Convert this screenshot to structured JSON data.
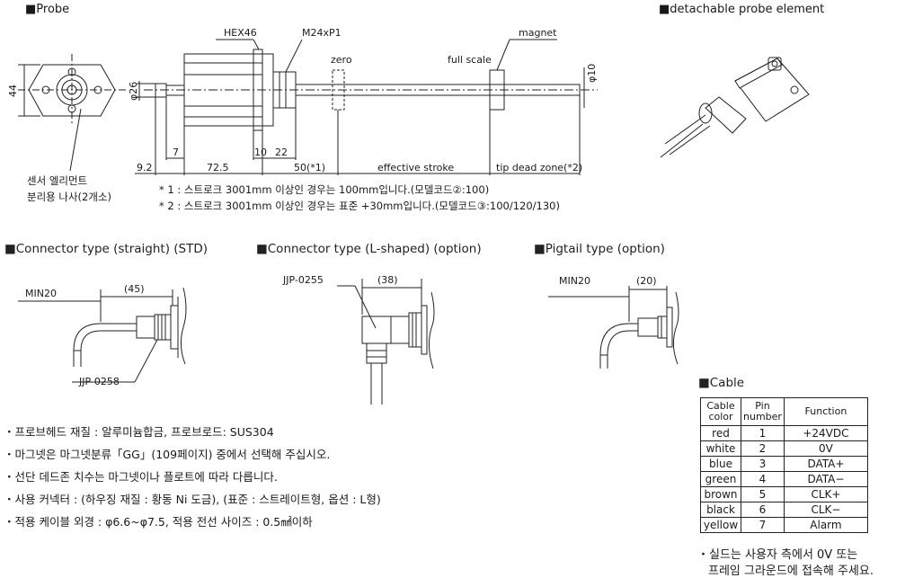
{
  "sections": {
    "probe": "■Probe",
    "detachable": "■detachable probe element",
    "conn_straight": "■Connector type (straight) (STD)",
    "conn_l": "■Connector type (L-shaped) (option)",
    "pigtail": "■Pigtail type (option)",
    "cable": "■Cable"
  },
  "probe_labels": {
    "hex": "HEX46",
    "thread": "M24xP1",
    "magnet": "magnet",
    "zero": "zero",
    "full_scale": "full scale",
    "phi10": "φ10",
    "phi26": "φ26",
    "h44": "44",
    "d9_2": "9.2",
    "d7": "7",
    "d72_5": "72.5",
    "d10": "10",
    "d22": "22",
    "d50": "50(*1)",
    "effective_stroke": "effective stroke",
    "tip_dead_zone": "tip dead zone(*2)",
    "sensor_note_1": "센서 엘리먼트",
    "sensor_note_2": "분리용 나사(2개소)",
    "footnote_1": "* 1 : 스트로크 3001mm 이상인 경우는 100mm입니다.(모델코드②:100)",
    "footnote_2": "* 2 : 스트로크 3001mm 이상인 경우는 표준 +30mm입니다.(모델코드③:100/120/130)"
  },
  "connectors": {
    "straight_min": "MIN20",
    "straight_len": "(45)",
    "straight_part": "JJP-0258",
    "l_part": "JJP-0255",
    "l_len": "(38)",
    "pig_min": "MIN20",
    "pig_len": "(20)"
  },
  "bullets": [
    "・프로브헤드 재질 : 알루미늄합금, 프로브로드: SUS304",
    "・마그넷은 마그넷분류「GG」(109페이지) 중에서 선택해 주십시오.",
    "・선단 데드존 치수는 마그넷이나 플로트에 따라 다릅니다.",
    "・사용 커넥터 : (하우징 재질 : 황동 Ni 도금), (표준 : 스트레이트형, 옵션 : L형)",
    "・적용 케이블 외경 : φ6.6~φ7.5, 적용 전선 사이즈 : 0.5㎟이하"
  ],
  "cable_table": {
    "headers": [
      "Cable color",
      "Pin number",
      "Function"
    ],
    "rows": [
      [
        "red",
        "1",
        "+24VDC"
      ],
      [
        "white",
        "2",
        "0V"
      ],
      [
        "blue",
        "3",
        "DATA+"
      ],
      [
        "green",
        "4",
        "DATA−"
      ],
      [
        "brown",
        "5",
        "CLK+"
      ],
      [
        "black",
        "6",
        "CLK−"
      ],
      [
        "yellow",
        "7",
        "Alarm"
      ]
    ]
  },
  "shield_note": [
    "・실드는 사용자 측에서 0V 또는",
    "프레임 그라운드에 접속해 주세요."
  ]
}
